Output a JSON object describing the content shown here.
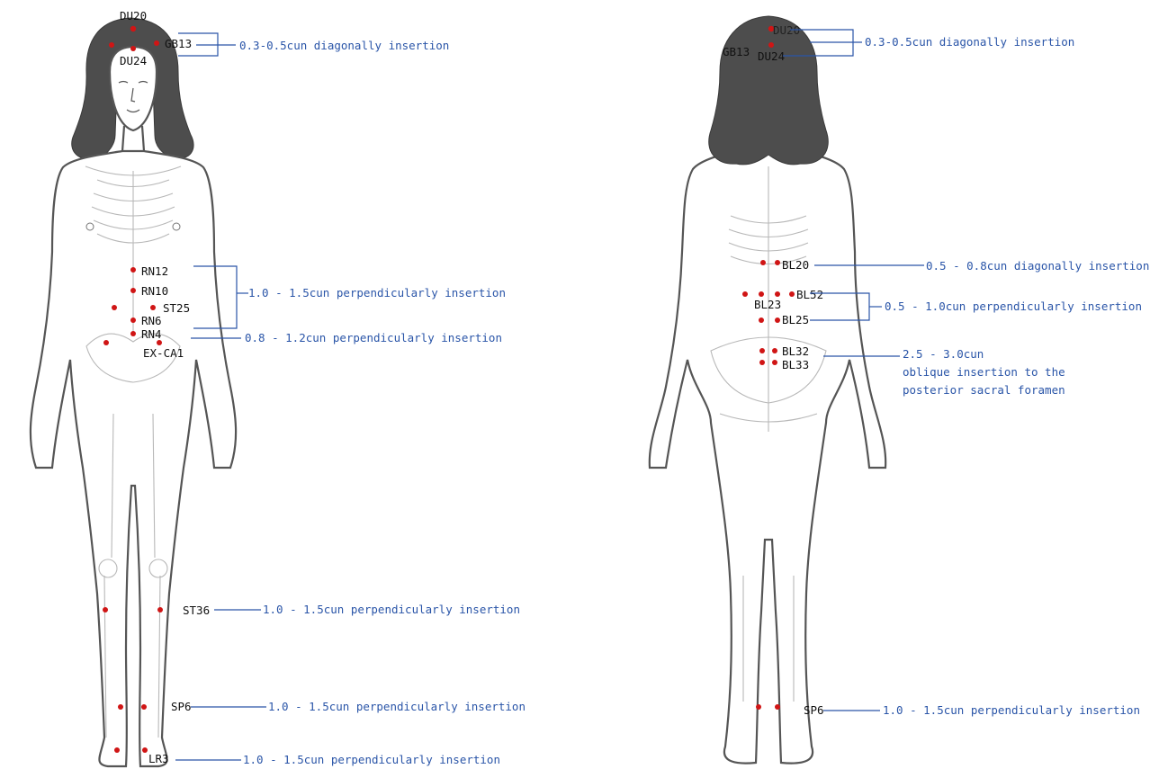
{
  "colors": {
    "point": "#d01515",
    "note": "#2a55a8",
    "label": "#111111",
    "hair": "#4d4d4d"
  },
  "front": {
    "labels": {
      "du20": "DU20",
      "gb13": "GB13",
      "du24": "DU24",
      "rn12": "RN12",
      "rn10": "RN10",
      "st25": "ST25",
      "rn6": "RN6",
      "rn4": "RN4",
      "exca1": "EX-CA1",
      "st36": "ST36",
      "sp6": "SP6",
      "lr3": "LR3"
    },
    "notes": {
      "head": "0.3-0.5cun diagonally insertion",
      "abdomen": "1.0 - 1.5cun perpendicularly insertion",
      "lower_abdomen": "0.8 - 1.2cun perpendicularly insertion",
      "st36": "1.0 - 1.5cun perpendicularly insertion",
      "sp6": "1.0 - 1.5cun perpendicularly insertion",
      "lr3": "1.0 - 1.5cun perpendicularly insertion"
    }
  },
  "back": {
    "labels": {
      "du20": "DU20",
      "gb13": "GB13",
      "du24": "DU24",
      "bl20": "BL20",
      "bl52": "BL52",
      "bl23": "BL23",
      "bl25": "BL25",
      "bl32": "BL32",
      "bl33": "BL33",
      "sp6": "SP6"
    },
    "notes": {
      "head": "0.3-0.5cun diagonally insertion",
      "bl20": "0.5 - 0.8cun diagonally insertion",
      "bl52": "0.5 - 1.0cun perpendicularly insertion",
      "sacral_line1": "2.5 - 3.0cun",
      "sacral_line2": "oblique insertion to the",
      "sacral_line3": "posterior sacral foramen",
      "sp6": "1.0 - 1.5cun perpendicularly insertion"
    }
  }
}
